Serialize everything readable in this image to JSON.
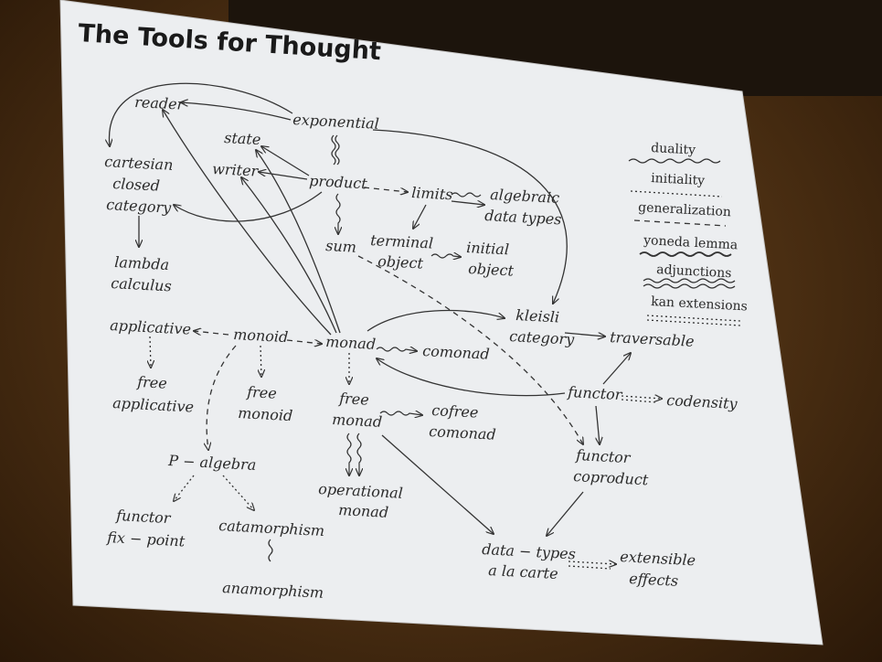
{
  "title": "The Tools for Thought",
  "nodes": {
    "reader": "reader",
    "exponential": "exponential",
    "state": "state",
    "writer": "writer",
    "product": "product",
    "cartesian_1": "cartesian",
    "cartesian_2": "closed",
    "cartesian_3": "category",
    "lambda_1": "lambda",
    "lambda_2": "calculus",
    "limits": "limits",
    "algebraic_1": "algebraic",
    "algebraic_2": "data types",
    "sum": "sum",
    "terminal_1": "terminal",
    "terminal_2": "object",
    "initial_1": "initial",
    "initial_2": "object",
    "applicative": "applicative",
    "monoid": "monoid",
    "monad": "monad",
    "comonad": "comonad",
    "kleisli_1": "kleisli",
    "kleisli_2": "category",
    "traversable": "traversable",
    "free_applicative_1": "free",
    "free_applicative_2": "applicative",
    "free_monoid_1": "free",
    "free_monoid_2": "monoid",
    "free_monad_1": "free",
    "free_monad_2": "monad",
    "cofree_1": "cofree",
    "cofree_2": "comonad",
    "functor": "functor",
    "codensity": "codensity",
    "functor_coproduct_1": "functor",
    "functor_coproduct_2": "coproduct",
    "p_algebra": "P − algebra",
    "operational_1": "operational",
    "operational_2": "monad",
    "fixpoint_1": "functor",
    "fixpoint_2": "fix − point",
    "catamorphism": "catamorphism",
    "anamorphism": "anamorphism",
    "alacarte_1": "data − types",
    "alacarte_2": "a la carte",
    "extensible_1": "extensible",
    "extensible_2": "effects"
  },
  "legend": [
    {
      "label": "duality",
      "style": "wavy"
    },
    {
      "label": "initiality",
      "style": "dotted"
    },
    {
      "label": "generalization",
      "style": "dashed"
    },
    {
      "label": "yoneda lemma",
      "style": "wavy-heavy"
    },
    {
      "label": "adjunctions",
      "style": "double-wavy"
    },
    {
      "label": "kan extensions",
      "style": "double-dotted"
    }
  ],
  "colors": {
    "slide": "#eceef0",
    "ink": "#2a2a2a",
    "room": "#4a2e12"
  }
}
